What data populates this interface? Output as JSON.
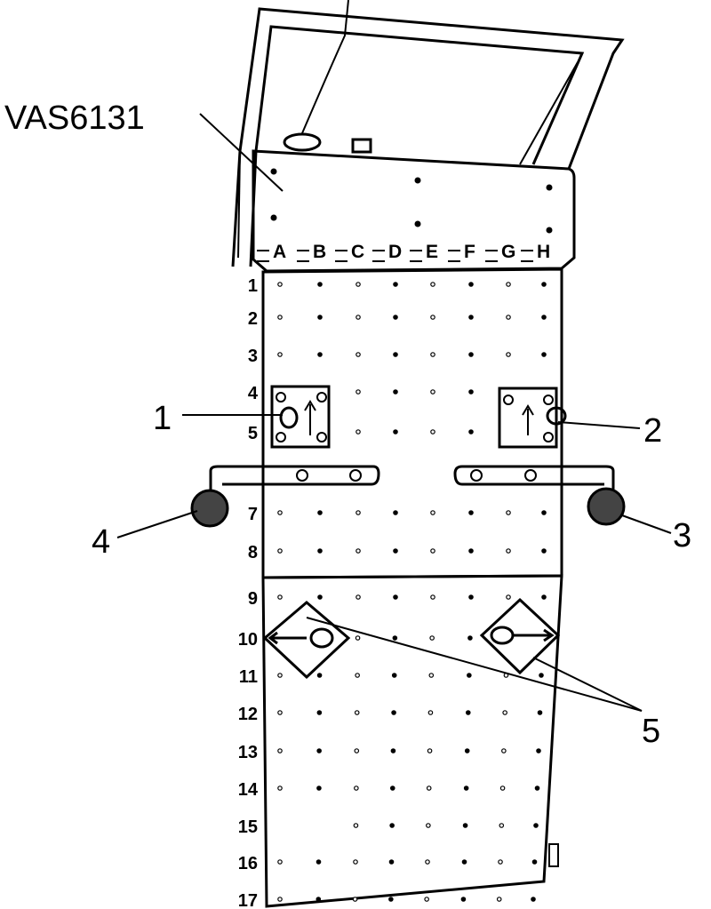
{
  "diagram": {
    "tool_label": "VAS6131",
    "columns": [
      "A",
      "B",
      "C",
      "D",
      "E",
      "F",
      "G",
      "H"
    ],
    "rows": [
      "1",
      "2",
      "3",
      "4",
      "5",
      "7",
      "8",
      "9",
      "10",
      "11",
      "12",
      "13",
      "14",
      "15",
      "16",
      "17"
    ],
    "callouts": [
      "1",
      "2",
      "3",
      "4",
      "5"
    ]
  }
}
